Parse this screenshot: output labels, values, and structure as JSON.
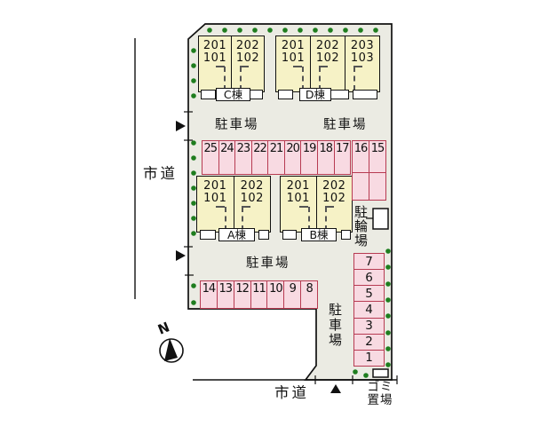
{
  "buildings": [
    {
      "name": "C棟",
      "units": [
        {
          "upper": "201",
          "lower": "101"
        },
        {
          "upper": "202",
          "lower": "102"
        }
      ]
    },
    {
      "name": "D棟",
      "units": [
        {
          "upper": "201",
          "lower": "101"
        },
        {
          "upper": "202",
          "lower": "102"
        },
        {
          "upper": "203",
          "lower": "103"
        }
      ]
    },
    {
      "name": "A棟",
      "units": [
        {
          "upper": "201",
          "lower": "101"
        },
        {
          "upper": "202",
          "lower": "102"
        }
      ]
    },
    {
      "name": "B棟",
      "units": [
        {
          "upper": "201",
          "lower": "101"
        },
        {
          "upper": "202",
          "lower": "102"
        }
      ]
    }
  ],
  "parking": {
    "label_top_left": "駐車場",
    "label_top_right": "駐車場",
    "label_mid": "駐車場",
    "label_right_vertical": "駐車場",
    "stalls_upper_row": [
      "25",
      "24",
      "23",
      "22",
      "21",
      "20",
      "19",
      "18",
      "17"
    ],
    "stalls_right_block": [
      "16",
      "15"
    ],
    "stalls_lower_row": [
      "14",
      "13",
      "12",
      "11",
      "10",
      "9",
      "8"
    ],
    "stalls_right_column": [
      "7",
      "6",
      "5",
      "4",
      "3",
      "2",
      "1"
    ]
  },
  "bicycle_label": "駐輪場",
  "garbage_label": {
    "line1": "ゴミ",
    "line2": "置場"
  },
  "roads": {
    "left": "市道",
    "bottom": "市道"
  },
  "compass": {
    "label": "N"
  },
  "colors": {
    "site_fill": "#ebebe3",
    "building_fill": "#f6f2c6",
    "stall_fill": "#f8dae2",
    "stall_border": "#b73b52",
    "shrub_green": "#1e7d1e",
    "line": "#111111"
  },
  "icons": {
    "shrub": "small green dot (hedge/tree)",
    "entrance_marker": "black triangle",
    "north_arrow": "compass circle with needle",
    "bicycle_shelter": "white outlined rectangle",
    "garbage_box": "white outlined rectangle"
  }
}
